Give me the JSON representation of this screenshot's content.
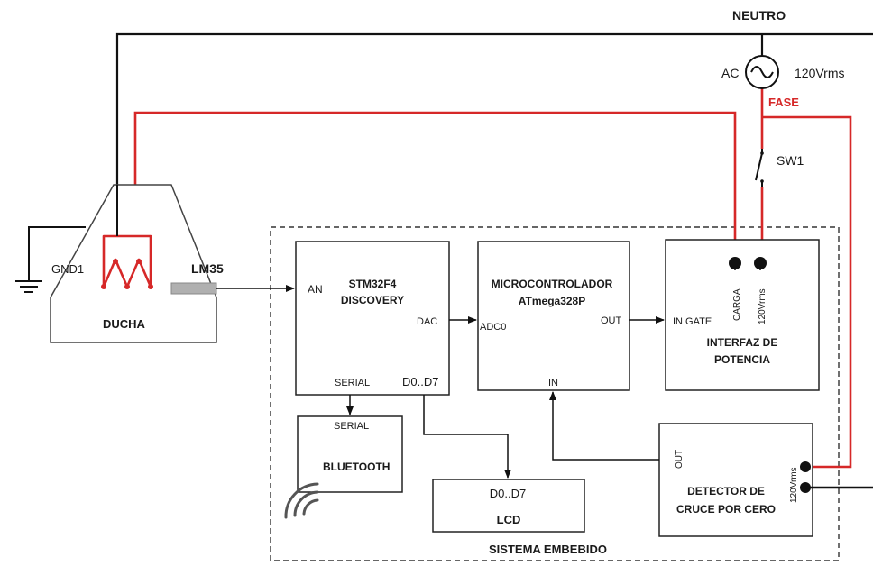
{
  "labels": {
    "neutro": "NEUTRO",
    "ac": "AC",
    "vrms_source": "120Vrms",
    "fase": "FASE",
    "sw1": "SW1",
    "gnd1": "GND1",
    "lm35": "LM35",
    "ducha": "DUCHA",
    "stm_line1": "STM32F4",
    "stm_line2": "DISCOVERY",
    "an": "AN",
    "dac": "DAC",
    "serial_out": "SERIAL",
    "d0d7_out": "D0..D7",
    "mcu_line1": "MICROCONTROLADOR",
    "mcu_line2": "ATmega328P",
    "adc0": "ADC0",
    "out_mcu": "OUT",
    "in_mcu": "IN",
    "in_gate": "IN GATE",
    "carga": "CARGA",
    "vrms_interfaz": "120Vrms",
    "interfaz_line1": "INTERFAZ DE",
    "interfaz_line2": "POTENCIA",
    "serial_in": "SERIAL",
    "bluetooth": "BLUETOOTH",
    "d0d7_in": "D0..D7",
    "lcd": "LCD",
    "out_det": "OUT",
    "vrms_det": "120Vrms",
    "det_line1": "DETECTOR DE",
    "det_line2": "CRUCE POR CERO",
    "sistema": "SISTEMA EMBEBIDO"
  },
  "colors": {
    "fase_wire": "#d62828",
    "neutral_wire": "#111111",
    "box_border": "#222222",
    "sensor": "#b0b0b0"
  }
}
